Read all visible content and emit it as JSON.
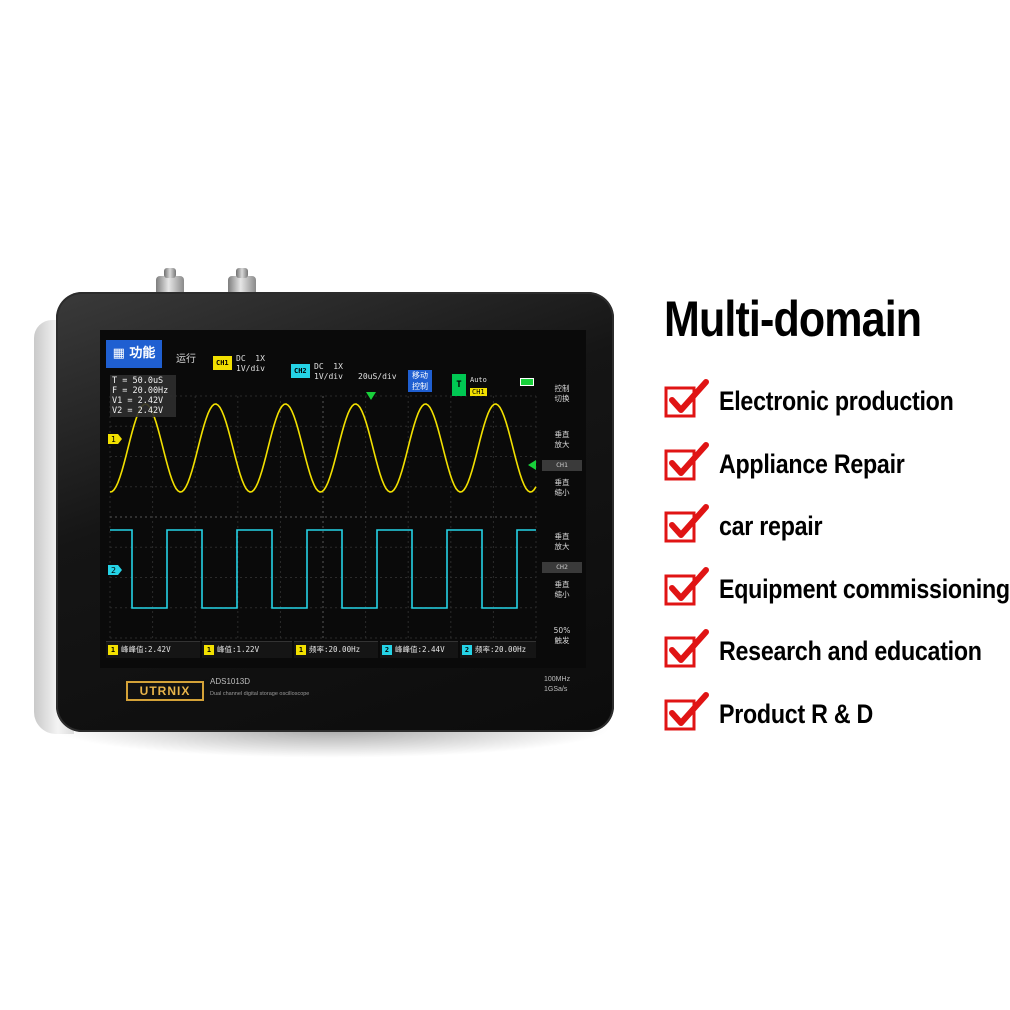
{
  "colors": {
    "ch1": "#f2e000",
    "ch2": "#25d3e6",
    "accent_blue": "#1f5fd1",
    "check_red": "#e01414",
    "brand_gold": "#e8b44a"
  },
  "device": {
    "function_button": "功能",
    "run_status": "运行",
    "ch1_tag": "CH1",
    "ch1_settings": "DC  1X\n1V/div",
    "ch2_tag": "CH2",
    "ch2_settings": "DC  1X\n1V/div",
    "timebase": "20uS/div",
    "move_button": "移动\n控制",
    "trigger_label": "T",
    "trigger_mode": "Auto",
    "trigger_source": "CH1",
    "measurements_overlay": [
      "T = 50.0uS",
      "F = 20.00Hz",
      "V1 = 2.42V",
      "V2 = 2.42V"
    ],
    "sidebar": {
      "control_switch": "控制\n切换",
      "vert_zoom_in_1": "垂直\n放大",
      "ch1_selected": "CH1",
      "vert_zoom_out_1": "垂直\n缩小",
      "vert_zoom_in_2": "垂直\n放大",
      "ch2_selected": "CH2",
      "vert_zoom_out_2": "垂直\n缩小",
      "fifty_percent": "50%\n触发"
    },
    "bottom_measurements": [
      {
        "channel": "1",
        "text": "峰峰值:2.42V"
      },
      {
        "channel": "1",
        "text": "峰值:1.22V"
      },
      {
        "channel": "1",
        "text": "频率:20.00Hz"
      },
      {
        "channel": "2",
        "text": "峰峰值:2.44V"
      },
      {
        "channel": "2",
        "text": "频率:20.00Hz"
      }
    ],
    "brand": "UTRNIX",
    "model": "ADS1013D",
    "model_description": "Dual channel digital storage oscilloscope",
    "bandwidth": "100MHz",
    "sample_rate": "1GSa/s"
  },
  "headline": "Multi-domain",
  "features": [
    {
      "label": "Electronic production",
      "icon": "red-checkmark-icon"
    },
    {
      "label": "Appliance Repair",
      "icon": "red-checkmark-icon"
    },
    {
      "label": "car repair",
      "icon": "red-checkmark-icon"
    },
    {
      "label": "Equipment commissioning",
      "icon": "red-checkmark-icon"
    },
    {
      "label": "Research and education",
      "icon": "red-checkmark-icon"
    },
    {
      "label": "Product R & D",
      "icon": "red-checkmark-icon"
    }
  ]
}
